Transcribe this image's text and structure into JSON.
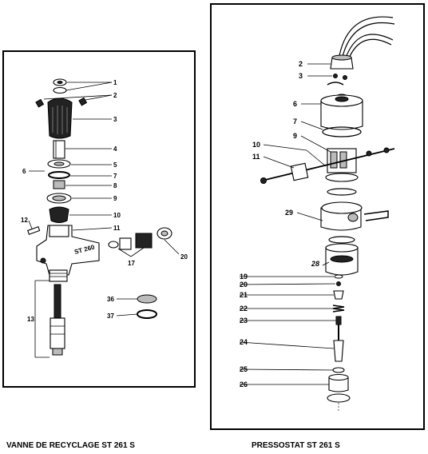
{
  "captions": {
    "left": "VANNE DE RECYCLAGE ST 261 S",
    "right": "PRESSOSTAT ST 261 S"
  },
  "left_callouts": [
    "1",
    "2",
    "3",
    "4",
    "5",
    "6",
    "7",
    "8",
    "9",
    "10",
    "11",
    "12",
    "13",
    "17",
    "20",
    "36",
    "37"
  ],
  "left_body_marking": "ST 260",
  "right_callouts": [
    "2",
    "3",
    "6",
    "7",
    "9",
    "10",
    "11",
    "29",
    "28",
    "19",
    "20",
    "21",
    "22",
    "23",
    "24",
    "25",
    "26"
  ]
}
